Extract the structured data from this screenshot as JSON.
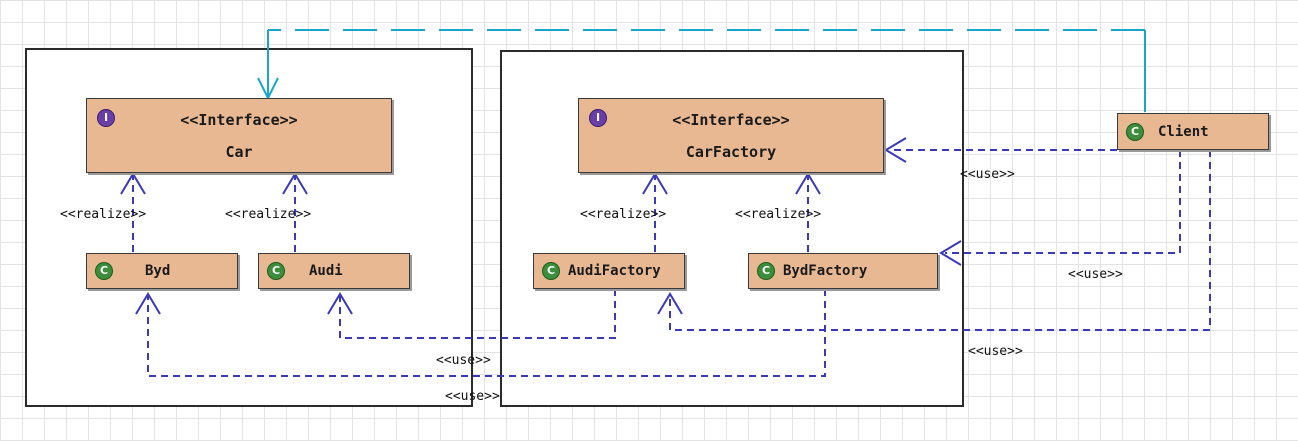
{
  "elements": {
    "car_interface": {
      "stereotype": "<<Interface>>",
      "name": "Car",
      "badge": "I"
    },
    "car_factory_interface": {
      "stereotype": "<<Interface>>",
      "name": "CarFactory",
      "badge": "I"
    },
    "byd": {
      "name": "Byd",
      "badge": "C"
    },
    "audi": {
      "name": "Audi",
      "badge": "C"
    },
    "audi_factory": {
      "name": "AudiFactory",
      "badge": "C"
    },
    "byd_factory": {
      "name": "BydFactory",
      "badge": "C"
    },
    "client": {
      "name": "Client",
      "badge": "C"
    }
  },
  "relations": {
    "realize": "<<realize>>",
    "use": "<<use>>"
  },
  "colors": {
    "class_fill": "#e8b893",
    "interface_badge": "#6a3ea8",
    "class_badge": "#3c8d3c",
    "dependency_line": "#3a3ab8",
    "association_line": "#1aa6c6"
  }
}
